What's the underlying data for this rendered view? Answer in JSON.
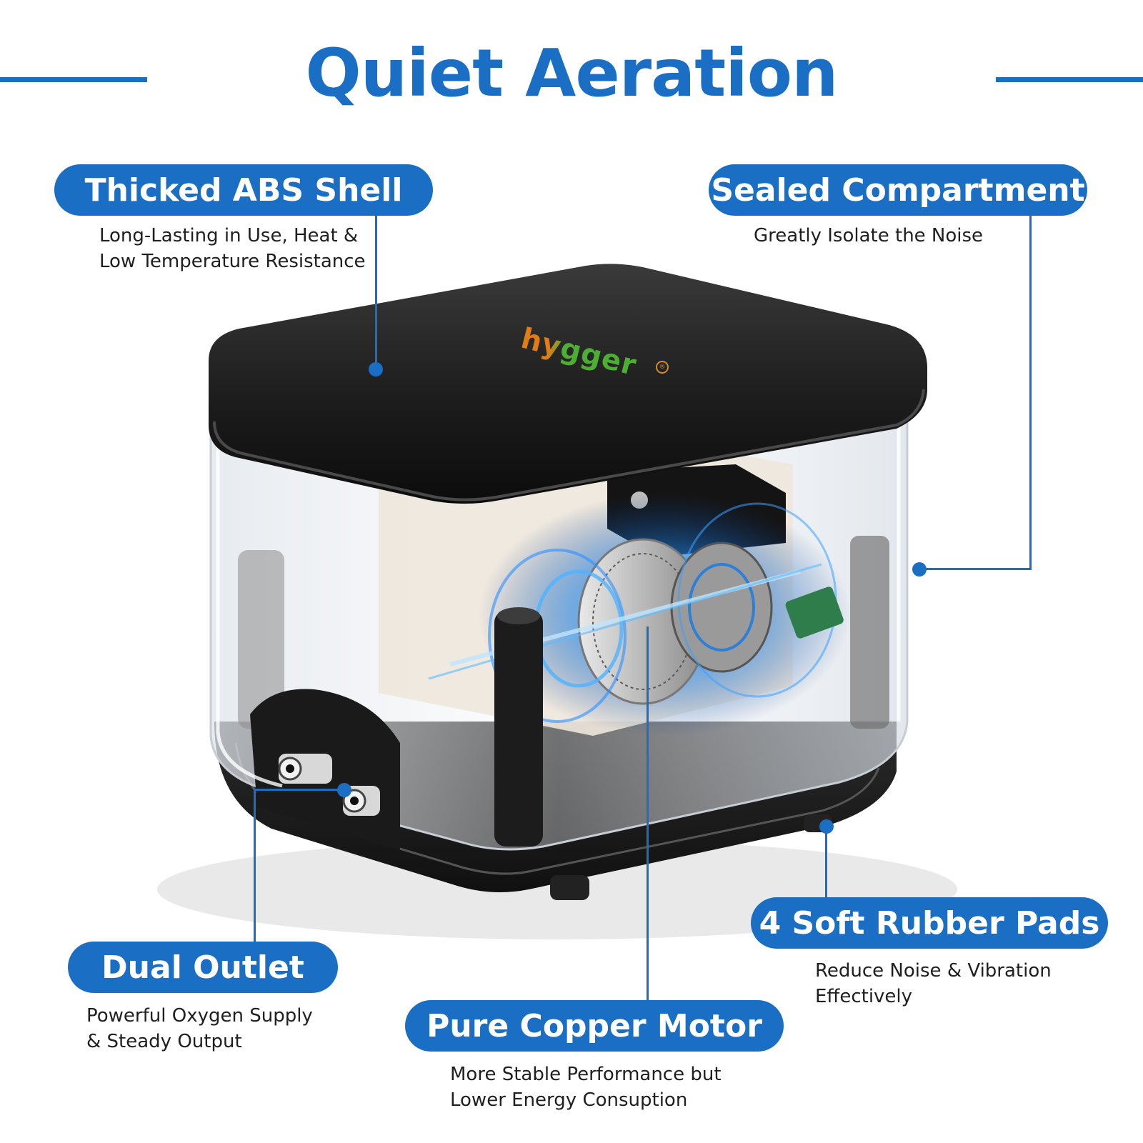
{
  "title": "Quiet Aeration",
  "colors": {
    "accent": "#1a6fc4",
    "text": "#1f1f1f"
  },
  "logo": {
    "brand": "hygger"
  },
  "features": [
    {
      "id": "shell",
      "label": "Thicked ABS Shell",
      "desc": [
        "Long-Lasting in Use, Heat &",
        "Low Temperature Resistance"
      ]
    },
    {
      "id": "compartment",
      "label": "Sealed Compartment",
      "desc": [
        "Greatly Isolate the Noise"
      ]
    },
    {
      "id": "outlet",
      "label": "Dual Outlet",
      "desc": [
        "Powerful Oxygen Supply",
        "& Steady Output"
      ]
    },
    {
      "id": "motor",
      "label": "Pure Copper Motor",
      "desc": [
        "More Stable Performance but",
        "Lower Energy Consuption"
      ]
    },
    {
      "id": "pads",
      "label": "4 Soft Rubber Pads",
      "desc": [
        "Reduce Noise & Vibration",
        "Effectively"
      ]
    }
  ]
}
